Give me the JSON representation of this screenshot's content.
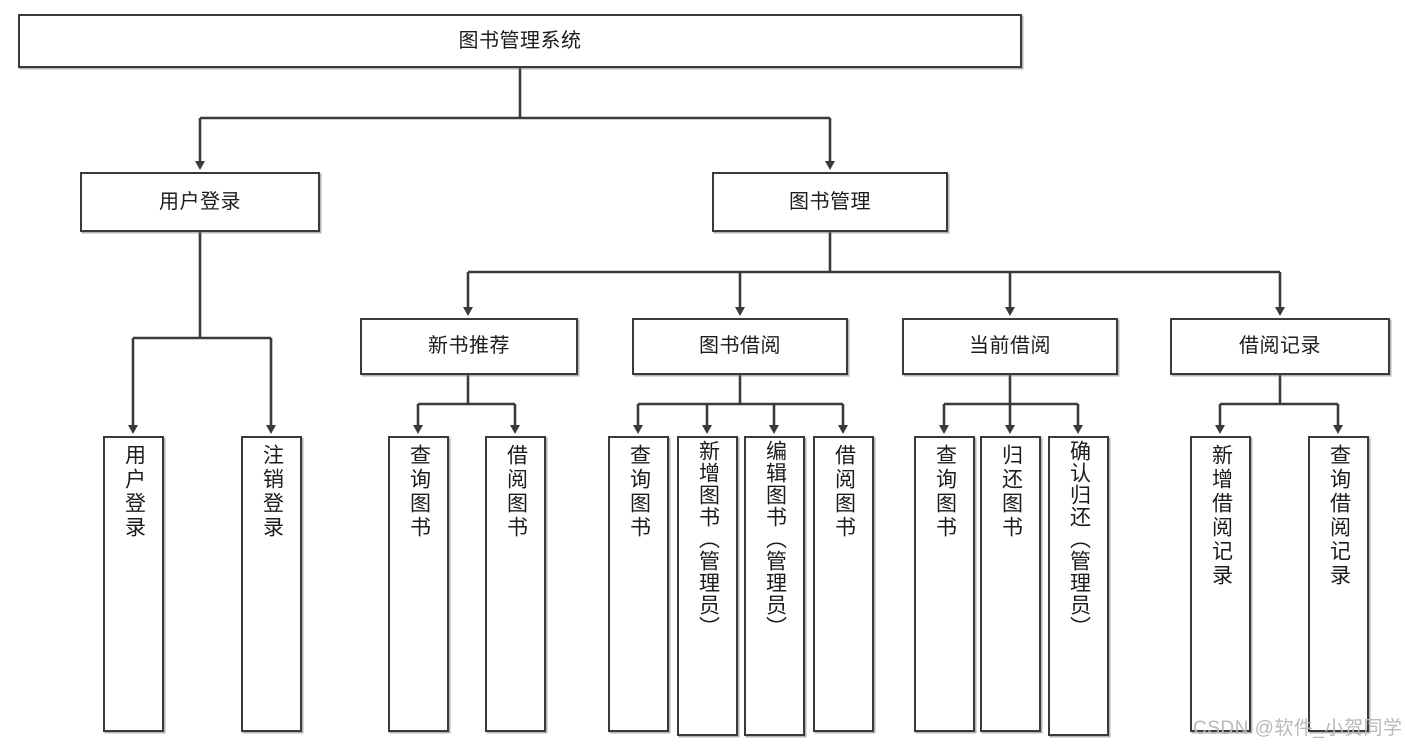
{
  "diagram": {
    "title": "图书管理系统",
    "type": "tree-hierarchy",
    "root": {
      "label": "图书管理系统"
    },
    "level1": [
      {
        "label": "用户登录"
      },
      {
        "label": "图书管理"
      }
    ],
    "level2": [
      {
        "label": "新书推荐"
      },
      {
        "label": "图书借阅"
      },
      {
        "label": "当前借阅"
      },
      {
        "label": "借阅记录"
      }
    ],
    "leaves": {
      "user_login": [
        {
          "label": "用户登录"
        },
        {
          "label": "注销登录"
        }
      ],
      "new_book_recommend": [
        {
          "label": "查询图书"
        },
        {
          "label": "借阅图书"
        }
      ],
      "book_borrow": [
        {
          "label": "查询图书"
        },
        {
          "label": "新增图书（管理员）"
        },
        {
          "label": "编辑图书（管理员）"
        },
        {
          "label": "借阅图书"
        }
      ],
      "current_borrow": [
        {
          "label": "查询图书"
        },
        {
          "label": "归还图书"
        },
        {
          "label": "确认归还（管理员）"
        }
      ],
      "borrow_record": [
        {
          "label": "新增借阅记录"
        },
        {
          "label": "查询借阅记录"
        }
      ]
    }
  },
  "watermark": {
    "text": "CSDN @软件_小贺同学"
  },
  "colors": {
    "stroke": "#3a3a3a",
    "text": "#1c1c1c",
    "background": "#ffffff",
    "watermark": "#b9b9b9"
  }
}
